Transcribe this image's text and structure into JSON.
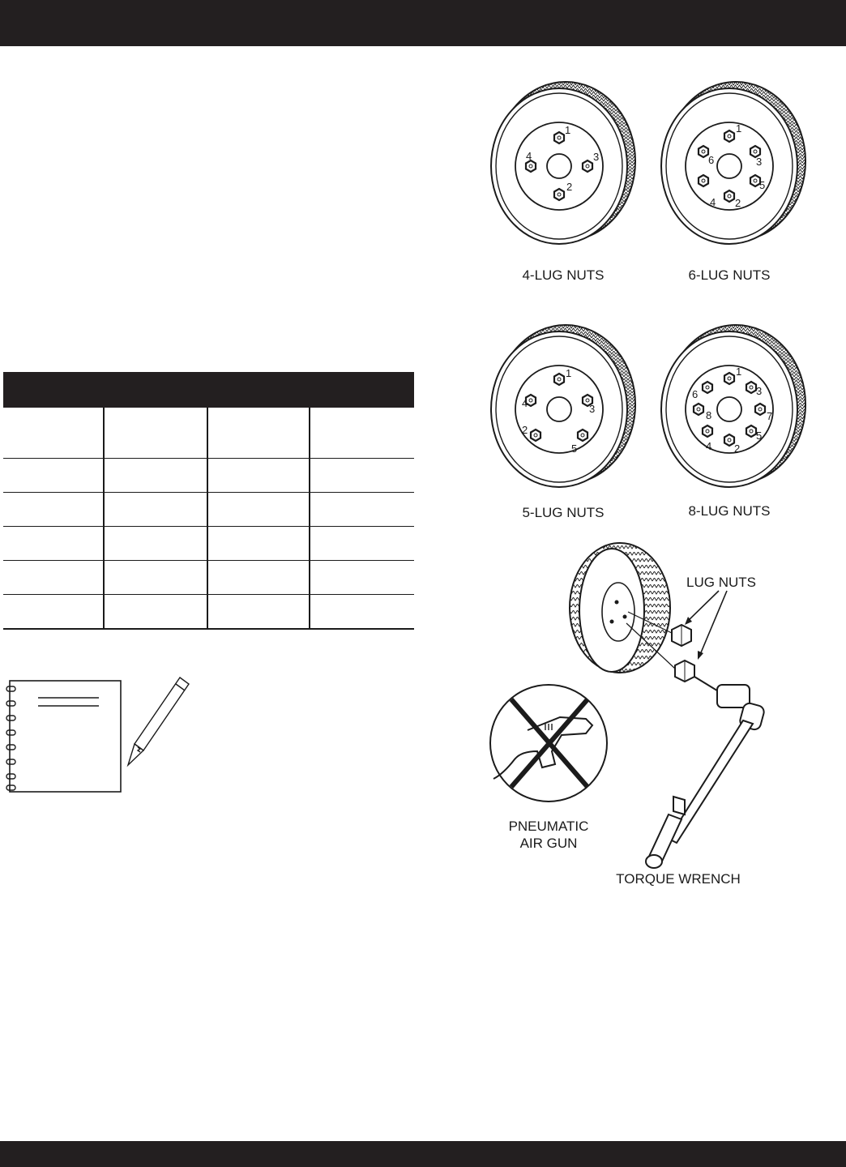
{
  "wheel_diagrams": [
    {
      "label": "4-LUG NUTS",
      "sequence": [
        "1",
        "2",
        "3",
        "4"
      ]
    },
    {
      "label": "6-LUG NUTS",
      "sequence": [
        "1",
        "2",
        "3",
        "4",
        "5",
        "6"
      ]
    },
    {
      "label": "5-LUG NUTS",
      "sequence": [
        "1",
        "2",
        "3",
        "4",
        "5"
      ]
    },
    {
      "label": "8-LUG NUTS",
      "sequence": [
        "1",
        "2",
        "3",
        "4",
        "5",
        "6",
        "7",
        "8"
      ]
    }
  ],
  "tools_illustration": {
    "lug_nuts_label": "LUG NUTS",
    "air_gun_label_line1": "PNEUMATIC",
    "air_gun_label_line2": "AIR GUN",
    "torque_wrench_label": "TORQUE WRENCH"
  },
  "colors": {
    "band": "#231f20",
    "ink": "#1b1b1b"
  }
}
